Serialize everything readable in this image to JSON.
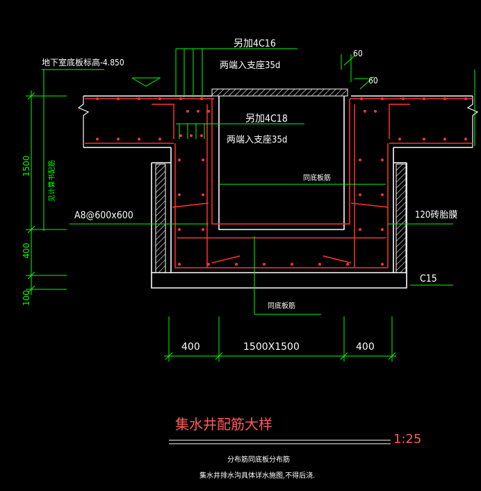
{
  "drawing": {
    "labels": {
      "top_rebar": "另加4C16",
      "top_anchor": "两端入支座35d",
      "mid_rebar": "另加4C18",
      "mid_anchor": "两端入支座35d",
      "floor_level": "地下室底板标高-4.850",
      "dim_60a": "60",
      "dim_60b": "60",
      "rebar_same": "同底板筋",
      "spec_a8": "A8@600x600",
      "brick_120": "120砖胎膜",
      "c15": "C15",
      "bottom_same": "同底板筋",
      "side_note": "见计算书配筋"
    },
    "dims": {
      "h1500": "1500",
      "h400": "400",
      "h100": "100",
      "w400_left": "400",
      "w_center": "1500X1500",
      "w400_right": "400"
    },
    "title": "集水井配筋大样",
    "scale": "1:25",
    "notes": {
      "line1": "分布筋同底板分布筋",
      "line2": "集水井排水沟具体详水施图,不得后浇."
    },
    "colors": {
      "background": "#000000",
      "concrete": "#ffffff",
      "rebar": "#ff3333",
      "dimension": "#00ff00",
      "hatch": "#ffffff"
    }
  }
}
